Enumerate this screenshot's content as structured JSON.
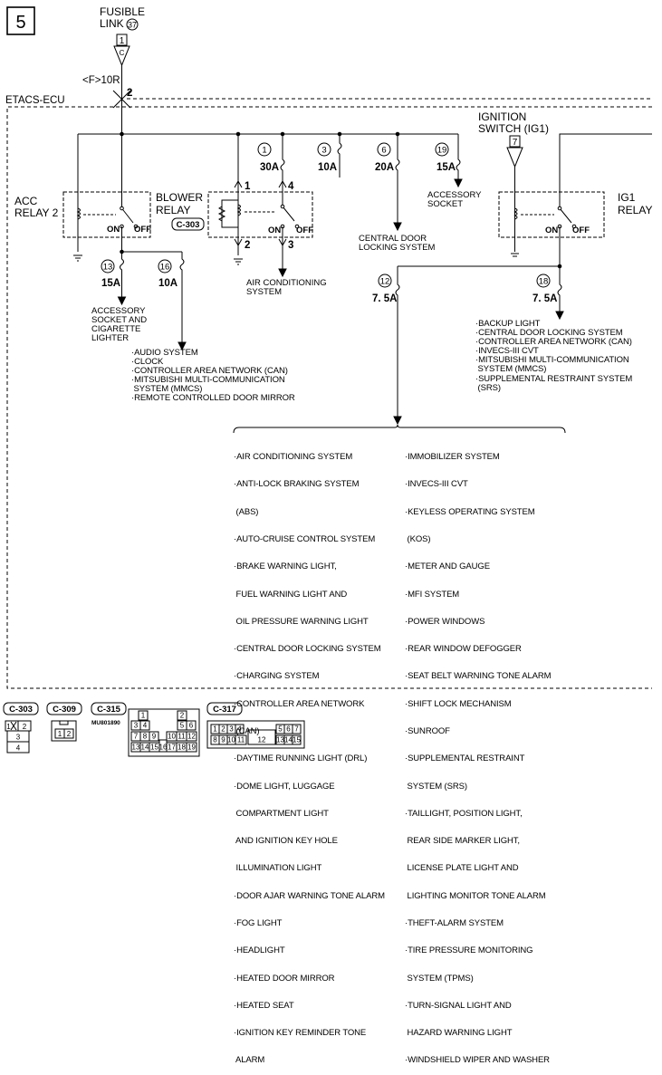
{
  "page_number": "5",
  "fusible_link": {
    "label_line1": "FUSIBLE",
    "label_line2": "LINK",
    "number": "37",
    "terminal": "1",
    "connector": "C"
  },
  "ecu": {
    "wire_label": "<F>10R",
    "terminal": "2",
    "name": "ETACS-ECU"
  },
  "ignition_switch": {
    "label_line1": "IGNITION",
    "label_line2": "SWITCH (IG1)",
    "terminal": "7"
  },
  "relays": {
    "acc": {
      "line1": "ACC",
      "line2": "RELAY 2",
      "on": "ON",
      "off": "OFF"
    },
    "blower": {
      "line1": "BLOWER",
      "line2": "RELAY",
      "connector": "C-303",
      "pins": [
        "1",
        "4",
        "2",
        "3"
      ],
      "on": "ON",
      "off": "OFF"
    },
    "ig1": {
      "line1": "IG1",
      "line2": "RELAY",
      "on": "ON",
      "off": "OFF"
    }
  },
  "fuses": [
    {
      "number": "1",
      "rating": "30A"
    },
    {
      "number": "3",
      "rating": "10A"
    },
    {
      "number": "6",
      "rating": "20A"
    },
    {
      "number": "19",
      "rating": "15A"
    },
    {
      "number": "13",
      "rating": "15A"
    },
    {
      "number": "16",
      "rating": "10A"
    },
    {
      "number": "12",
      "rating": "7. 5A"
    },
    {
      "number": "18",
      "rating": "7. 5A"
    }
  ],
  "loads": {
    "accessory_socket_19": [
      "ACCESSORY",
      "SOCKET"
    ],
    "central_door_6": [
      "CENTRAL DOOR",
      "LOCKING SYSTEM"
    ],
    "air_conditioning": [
      "AIR CONDITIONING",
      "SYSTEM"
    ],
    "accessory_socket_13": [
      "ACCESSORY",
      "SOCKET AND",
      "CIGARETTE",
      "LIGHTER"
    ],
    "fuse16_list": [
      "·AUDIO SYSTEM",
      "·CLOCK",
      "·CONTROLLER AREA NETWORK (CAN)",
      "·MITSUBISHI MULTI-COMMUNICATION",
      " SYSTEM (MMCS)",
      "·REMOTE CONTROLLED DOOR MIRROR"
    ],
    "fuse18_list": [
      "·BACKUP LIGHT",
      "·CENTRAL DOOR LOCKING SYSTEM",
      "·CONTROLLER AREA NETWORK (CAN)",
      "·INVECS-III CVT",
      "·MITSUBISHI MULTI-COMMUNICATION",
      " SYSTEM (MMCS)",
      "·SUPPLEMENTAL RESTRAINT SYSTEM",
      " (SRS)"
    ],
    "fuse12_list_left": [
      "·AIR CONDITIONING SYSTEM",
      "·ANTI-LOCK BRAKING SYSTEM",
      " (ABS)",
      "·AUTO-CRUISE CONTROL SYSTEM",
      "·BRAKE WARNING LIGHT,",
      " FUEL WARNING LIGHT AND",
      " OIL PRESSURE WARNING LIGHT",
      "·CENTRAL DOOR LOCKING SYSTEM",
      "·CHARGING SYSTEM",
      "·CONTROLLER AREA NETWORK",
      " (CAN)",
      "·DAYTIME RUNNING LIGHT (DRL)",
      "·DOME LIGHT, LUGGAGE",
      " COMPARTMENT LIGHT",
      " AND IGNITION KEY HOLE",
      " ILLUMINATION LIGHT",
      "·DOOR AJAR WARNING TONE ALARM",
      "·FOG LIGHT",
      "·HEADLIGHT",
      "·HEATED DOOR MIRROR",
      "·HEATED SEAT",
      "·IGNITION KEY REMINDER TONE",
      " ALARM"
    ],
    "fuse12_list_right": [
      "·IMMOBILIZER SYSTEM",
      "·INVECS-III CVT",
      "·KEYLESS OPERATING SYSTEM",
      " (KOS)",
      "·METER AND GAUGE",
      "·MFI SYSTEM",
      "·POWER WINDOWS",
      "·REAR WINDOW DEFOGGER",
      "·SEAT BELT WARNING TONE ALARM",
      "·SHIFT LOCK MECHANISM",
      "·SUNROOF",
      "·SUPPLEMENTAL RESTRAINT",
      " SYSTEM (SRS)",
      "·TAILLIGHT, POSITION LIGHT,",
      " REAR SIDE MARKER LIGHT,",
      " LICENSE PLATE LIGHT AND",
      " LIGHTING MONITOR TONE ALARM",
      "·THEFT-ALARM SYSTEM",
      "·TIRE PRESSURE MONITORING",
      " SYSTEM (TPMS)",
      "·TURN-SIGNAL LIGHT AND",
      " HAZARD WARNING LIGHT",
      "·WINDSHIELD WIPER AND WASHER"
    ]
  },
  "connectors": {
    "c303": {
      "label": "C-303",
      "pins": [
        "1",
        "2",
        "3",
        "4"
      ]
    },
    "c309": {
      "label": "C-309",
      "pins": [
        "1",
        "2"
      ]
    },
    "c315": {
      "label": "C-315",
      "part_number": "MU801890",
      "pins": [
        "1",
        "2",
        "3",
        "4",
        "5",
        "6",
        "7",
        "8",
        "9",
        "10",
        "11",
        "12",
        "13",
        "14",
        "15",
        "16",
        "17",
        "18",
        "19"
      ]
    },
    "c317": {
      "label": "C-317",
      "pins": [
        "1",
        "2",
        "3",
        "4",
        "5",
        "6",
        "7",
        "8",
        "9",
        "10",
        "11",
        "12",
        "13",
        "14",
        "15"
      ]
    }
  }
}
